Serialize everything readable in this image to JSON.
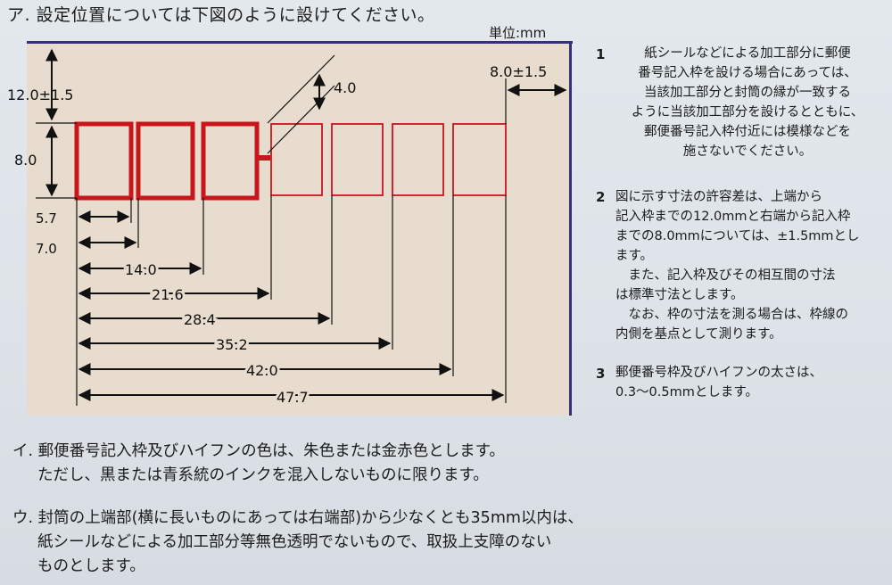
{
  "title": "ア. 設定位置については下図のように設けてください。",
  "unit": "単位:mm",
  "dims": {
    "top_margin": "12.0±1.5",
    "height": "8.0",
    "gap": "4.0",
    "right_margin": "8.0±1.5",
    "h_labels": [
      "5.7",
      "7.0",
      "14.0",
      "21.6",
      "28.4",
      "35.2",
      "42.0",
      "47.7"
    ]
  },
  "notes": [
    {
      "num": "1",
      "lines": [
        "紙シールなどによる加工部分に郵便",
        "番号記入枠を設ける場合にあっては、",
        "当該加工部分と封筒の縁が一致する",
        "ように当該加工部分を設けるとともに、",
        "郵便番号記入枠付近には模様などを",
        "施さないでください。"
      ]
    },
    {
      "num": "2",
      "lines": [
        "図に示す寸法の許容差は、上端から",
        "記入枠までの12.0mmと右端から記入枠",
        "までの8.0mmについては、±1.5mmとし",
        "ます。",
        "　また、記入枠及びその相互間の寸法",
        "は標準寸法とします。",
        "　なお、枠の寸法を測る場合は、枠線の",
        "内側を基点として測ります。"
      ]
    },
    {
      "num": "3",
      "lines": [
        "郵便番号枠及びハイフンの太さは、",
        "0.3～0.5mmとします。"
      ]
    }
  ],
  "section_i": [
    "イ. 郵便番号記入枠及びハイフンの色は、朱色または金赤色とします。",
    "ただし、黒または青系統のインクを混入しないものに限ります。"
  ],
  "section_u": [
    "ウ. 封筒の上端部(横に長いものにあっては右端部)から少なくとも35mm以内は、",
    "紙シールなどによる加工部分等無色透明でないもので、取扱上支障のない",
    "ものとします。"
  ],
  "colors": {
    "frame_red": "#c8161d",
    "panel": "#e7dccd",
    "border": "#3a2f7a"
  }
}
